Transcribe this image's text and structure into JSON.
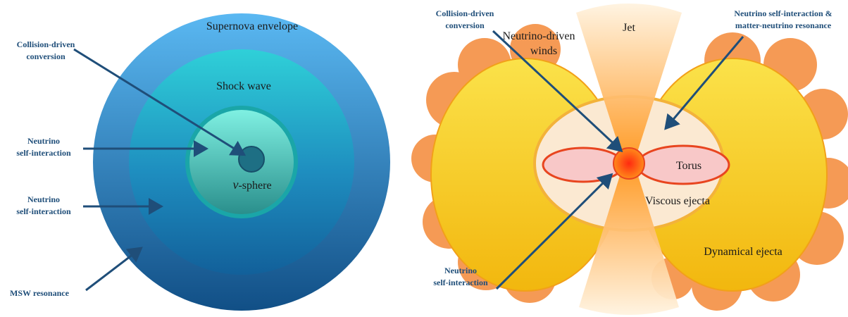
{
  "colors": {
    "annotation": "#1f4e79",
    "arrow": "#1f4e79",
    "envelope_outer": "#2a7fc4",
    "shock_region": "#2fb7c8",
    "sphere_core": "#2a8f9a",
    "jet": "#fde3c2",
    "ejecta_yellow": "#f6c61a",
    "orange_cloud": "#f59a55",
    "torus": "#f8c8c8",
    "torus_outline": "#e8451f",
    "core": "#ff4a1c"
  },
  "supernova": {
    "envelope_label": "Supernova envelope",
    "shock_label": "Shock wave",
    "sphere_label_symbol": "ν",
    "sphere_label_text": "-sphere",
    "annotations": {
      "collision_line1": "Collision-driven",
      "collision_line2": "conversion",
      "self1_line1": "Neutrino",
      "self1_line2": "self-interaction",
      "self2_line1": "Neutrino",
      "self2_line2": "self-interaction",
      "msw": "MSW resonance"
    }
  },
  "merger": {
    "jet_label": "Jet",
    "winds_line1": "Neutrino-driven",
    "winds_line2": "winds",
    "torus_label": "Torus",
    "viscous_label": "Viscous ejecta",
    "dynamical_label": "Dynamical ejecta",
    "annotations": {
      "collision_line1": "Collision-driven",
      "collision_line2": "conversion",
      "resonance_line1": "Neutrino self-interaction &",
      "resonance_line2": "matter-neutrino resonance",
      "self_line1": "Neutrino",
      "self_line2": "self-interaction"
    }
  }
}
